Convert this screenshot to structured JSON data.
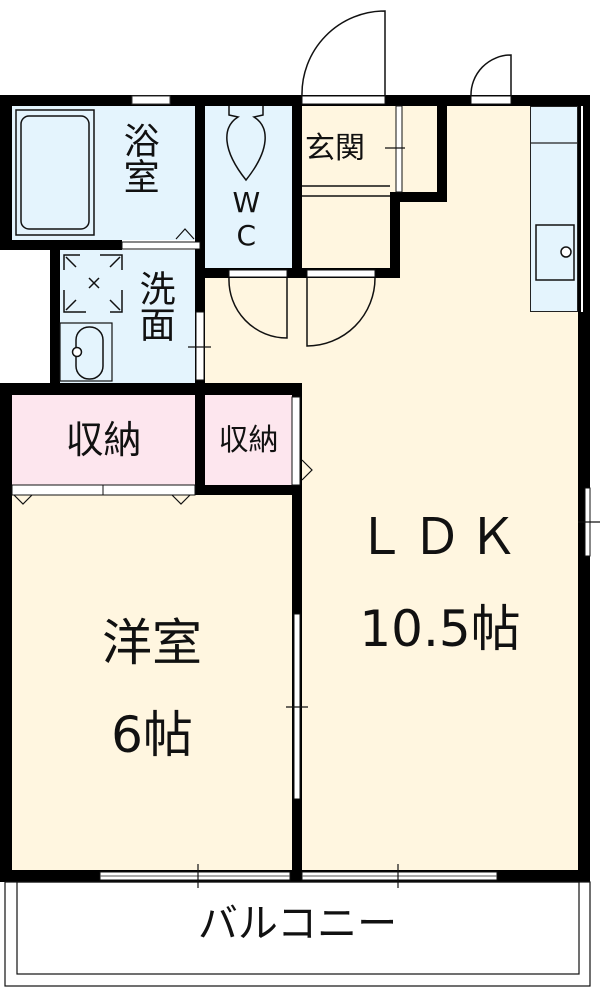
{
  "floorplan": {
    "colors": {
      "wet_area": "#e4f4fd",
      "living_area": "#fff6e0",
      "storage": "#fde6ee",
      "wall": "#000000"
    },
    "rooms": {
      "bath": {
        "label": "浴室"
      },
      "wc": {
        "label": "WC"
      },
      "entrance": {
        "label": "玄関"
      },
      "washroom": {
        "label": "洗面"
      },
      "storage_large": {
        "label": "収納"
      },
      "storage_small": {
        "label": "収納"
      },
      "western_room": {
        "label": "洋室",
        "size": "6帖"
      },
      "ldk": {
        "label": "ＬＤＫ",
        "size": "10.5帖"
      },
      "balcony": {
        "label": "バルコニー"
      }
    }
  }
}
